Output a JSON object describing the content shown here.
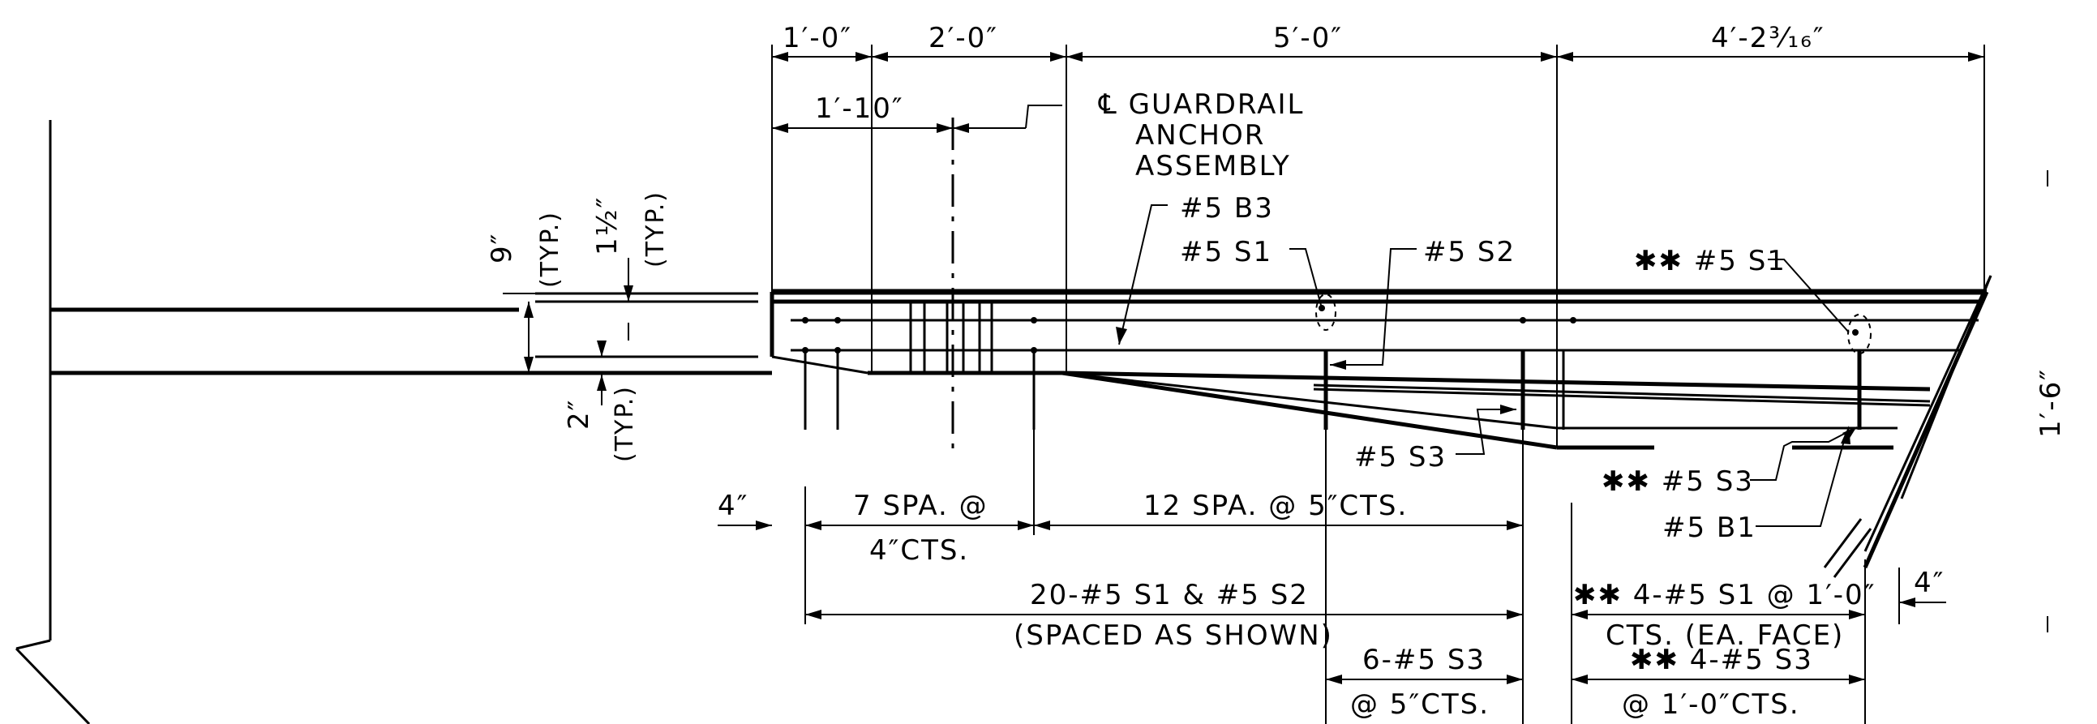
{
  "dimensions": {
    "top_1": "1′-0″",
    "top_2": "2′-0″",
    "top_3": "5′-0″",
    "top_4": "4′-2³⁄₁₆″",
    "sub_1": "1′-10″",
    "left_9": "9″",
    "left_9_typ": "(TYP.)",
    "left_1half": "1½″",
    "left_1half_typ": "(TYP.)",
    "left_2": "2″",
    "left_2_typ": "(TYP.)",
    "bottom_4_left": "4″",
    "bottom_4_right": "4″",
    "right_1_6": "1′-6″"
  },
  "callouts": {
    "guardrail_1": "℄ GUARDRAIL",
    "guardrail_2": "ANCHOR",
    "guardrail_3": "ASSEMBLY",
    "b3": "#5 B3",
    "s1": "#5 S1",
    "s2": "#5 S2",
    "s3": "#5 S3",
    "s1_star": "✱✱ #5 S1",
    "s3_star": "✱✱ #5 S3",
    "b1": "#5 B1"
  },
  "spacing": {
    "spa7_1": "7 SPA. @",
    "spa7_2": "4″CTS.",
    "spa12": "12 SPA. @ 5″CTS.",
    "bars20_1": "20-#5 S1 & #5 S2",
    "bars20_2": "(SPACED AS SHOWN)",
    "s3_6_1": "6-#5 S3",
    "s3_6_2": "@ 5″CTS.",
    "face_1": "✱✱ 4-#5 S1 @ 1′-0″",
    "face_2": "CTS. (EA. FACE)",
    "face_3": "✱✱ 4-#5 S3",
    "face_4": "@ 1′-0″CTS."
  }
}
